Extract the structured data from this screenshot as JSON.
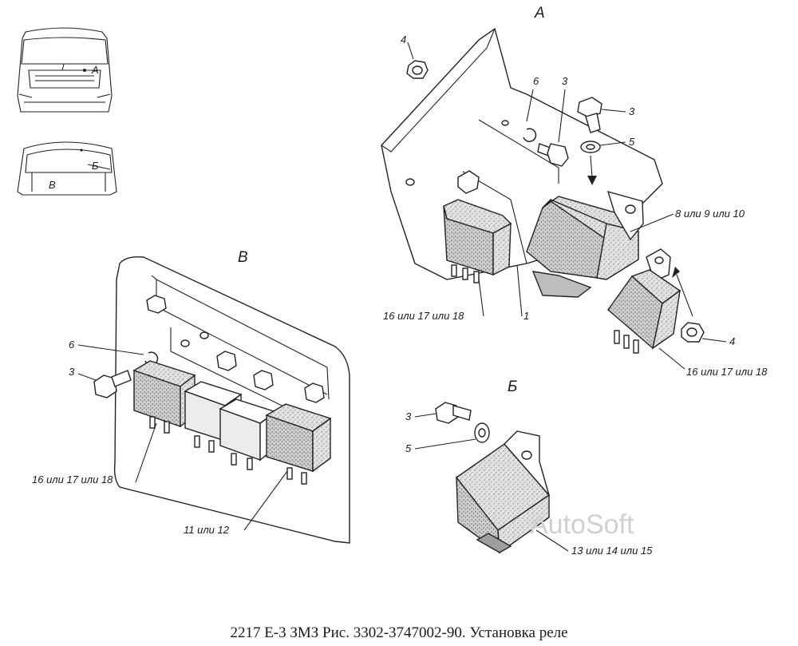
{
  "views": {
    "a": "А",
    "b": "Б",
    "v": "В"
  },
  "thumb_labels": {
    "a": "А",
    "b": "Б",
    "v": "В"
  },
  "callouts": {
    "a_nut_top": "4",
    "a_washer_6": "6",
    "a_bolt_3_left": "3",
    "a_bolt_3_right": "3",
    "a_washer_5": "5",
    "a_relay_big": "8 или 9 или 10",
    "a_relay_left": "16 или 17 или 18",
    "a_bracket_1": "1",
    "a_nut_4": "4",
    "a_relay_right": "16 или 17 или 18",
    "v_washer_6": "6",
    "v_bolt_3": "3",
    "v_relay_left": "16 или 17 или 18",
    "v_relay_right": "11 или 12",
    "b_bolt_3": "3",
    "b_washer_5": "5",
    "b_relay": "13 или 14 или 15"
  },
  "watermark": "AutoSoft",
  "caption": "2217 Е-3 ЗМЗ Рис. 3302-3747002-90. Установка реле"
}
